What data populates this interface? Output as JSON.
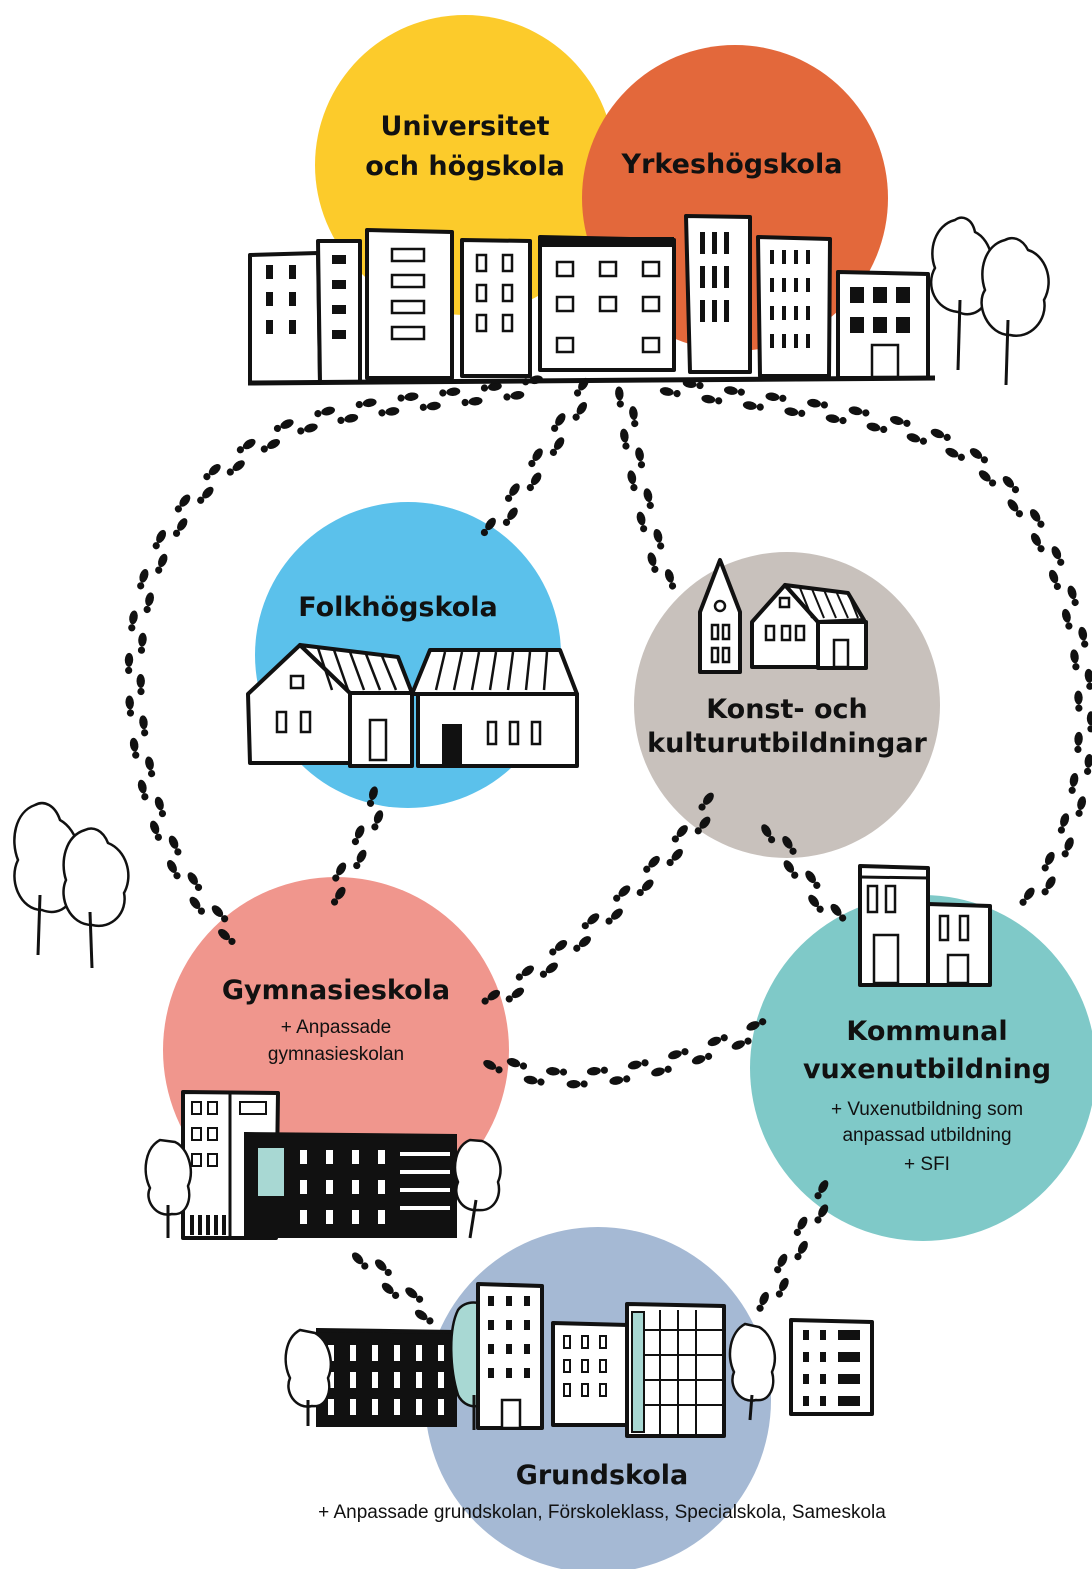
{
  "colors": {
    "university": "#FCCB2B",
    "yrkes": "#E3683B",
    "folk": "#5BC1EB",
    "konst": "#C8C1BC",
    "gymnasie": "#F0968D",
    "vuxen": "#7FC9C8",
    "grund": "#A5B9D4",
    "ink": "#111111"
  },
  "nodes": {
    "university": {
      "line1": "Universitet",
      "line2": "och högskola"
    },
    "yrkes": {
      "title": "Yrkeshögskola"
    },
    "folk": {
      "title": "Folkhögskola"
    },
    "konst": {
      "line1": "Konst- och",
      "line2": "kulturutbildningar"
    },
    "gymnasie": {
      "title": "Gymnasieskola",
      "sub1": "+ Anpassade",
      "sub2": "gymnasieskolan"
    },
    "vuxen": {
      "line1": "Kommunal",
      "line2": "vuxenutbildning",
      "sub1": "+ Vuxenutbildning som",
      "sub2": "anpassad utbildning",
      "sub3": "+ SFI"
    },
    "grund": {
      "title": "Grundskola",
      "sub": "+ Anpassade grundskolan, Förskoleklass, Specialskola, Sameskola"
    }
  }
}
